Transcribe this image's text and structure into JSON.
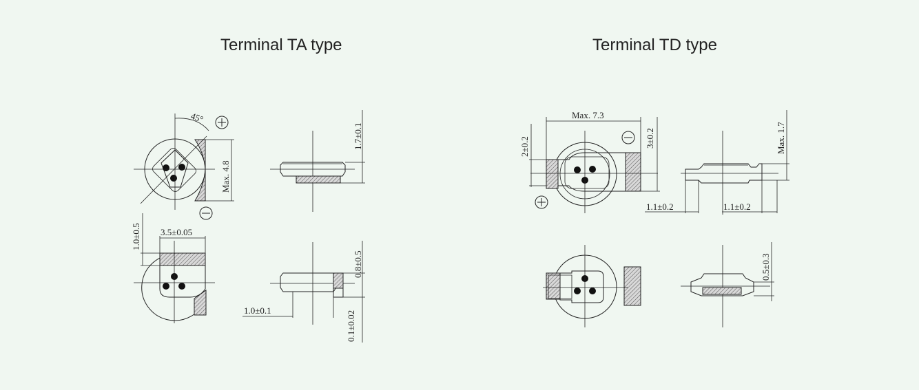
{
  "titles": {
    "ta": "Terminal TA type",
    "td": "Terminal TD type"
  },
  "ta": {
    "angle": "45°",
    "plus": "⊕",
    "minus": "⊖",
    "max_dia": "Max. 4.8",
    "height": "1.7±0.1",
    "width": "3.5±0.05",
    "tab_height": "1.0±0.5",
    "lead_len": "1.0±0.1",
    "standoff": "0.8±0.5",
    "thickness": "0.1±0.02"
  },
  "td": {
    "max_len": "Max. 7.3",
    "left_tab": "2±0.2",
    "right_tab": "3±0.2",
    "max_height": "Max. 1.7",
    "lead_left": "1.1±0.2",
    "lead_right": "1.1±0.2",
    "bottom_h": "0.5±0.3",
    "plus": "⊕",
    "minus": "⊖"
  }
}
